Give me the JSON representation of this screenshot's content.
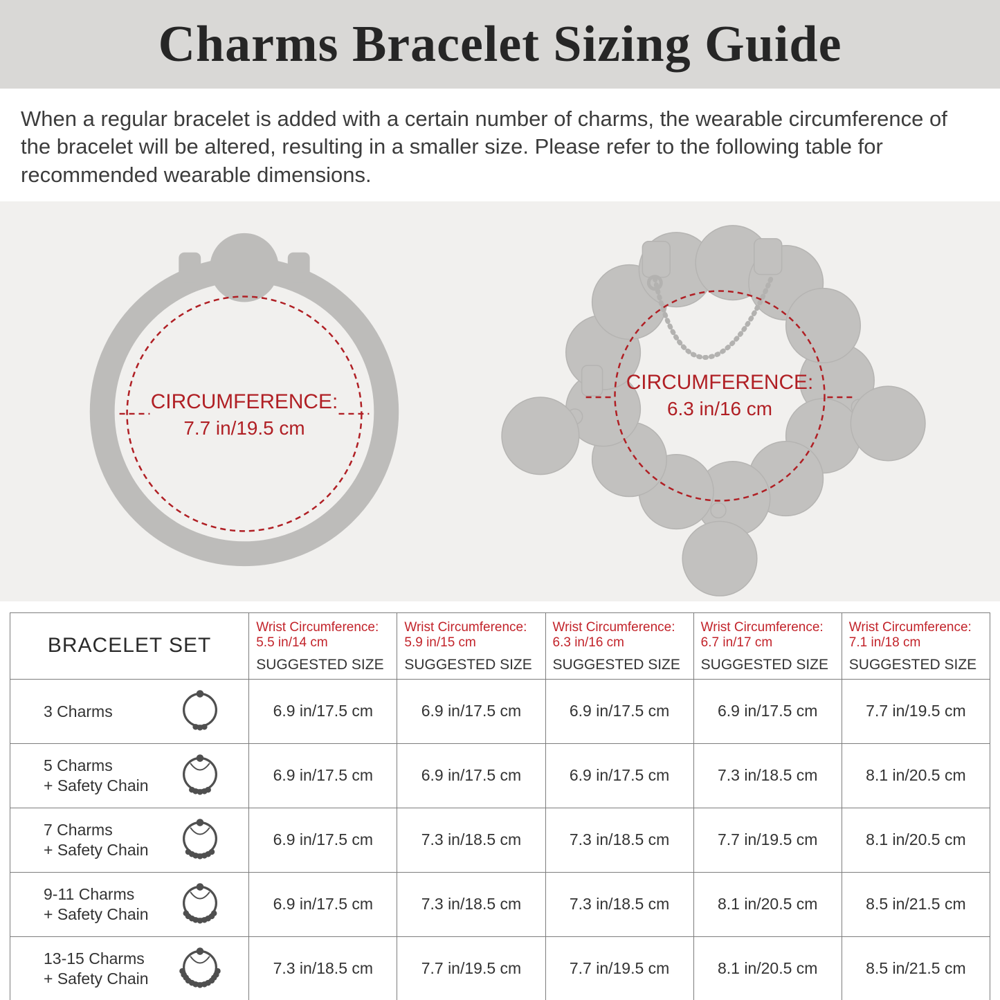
{
  "header": {
    "title": "Charms Bracelet Sizing Guide"
  },
  "intro": "When a regular bracelet is added with a certain number of charms, the wearable circumference of the bracelet will be altered, resulting in a smaller size. Please refer to the following table for recommended wearable dimensions.",
  "diagrams": {
    "plain": {
      "label": "CIRCUMFERENCE:",
      "value": "7.7 in/19.5 cm"
    },
    "charms": {
      "label": "CIRCUMFERENCE:",
      "value": "6.3 in/16 cm"
    }
  },
  "table": {
    "set_header": "BRACELET SET",
    "suggested_label": "SUGGESTED SIZE",
    "columns": [
      {
        "wrist_label": "Wrist Circumference:",
        "wrist_value": "5.5 in/14 cm"
      },
      {
        "wrist_label": "Wrist Circumference:",
        "wrist_value": "5.9 in/15 cm"
      },
      {
        "wrist_label": "Wrist Circumference:",
        "wrist_value": "6.3 in/16 cm"
      },
      {
        "wrist_label": "Wrist Circumference:",
        "wrist_value": "6.7 in/17 cm"
      },
      {
        "wrist_label": "Wrist Circumference:",
        "wrist_value": "7.1 in/18 cm"
      }
    ],
    "rows": [
      {
        "label1": "3 Charms",
        "label2": "",
        "sizes": [
          "6.9 in/17.5 cm",
          "6.9 in/17.5 cm",
          "6.9 in/17.5 cm",
          "6.9 in/17.5 cm",
          "7.7 in/19.5 cm"
        ]
      },
      {
        "label1": "5 Charms",
        "label2": "+ Safety Chain",
        "sizes": [
          "6.9 in/17.5 cm",
          "6.9 in/17.5 cm",
          "6.9 in/17.5 cm",
          "7.3 in/18.5 cm",
          "8.1 in/20.5 cm"
        ]
      },
      {
        "label1": "7 Charms",
        "label2": "+ Safety Chain",
        "sizes": [
          "6.9 in/17.5 cm",
          "7.3 in/18.5 cm",
          "7.3 in/18.5 cm",
          "7.7 in/19.5 cm",
          "8.1 in/20.5 cm"
        ]
      },
      {
        "label1": "9-11 Charms",
        "label2": "+ Safety Chain",
        "sizes": [
          "6.9 in/17.5 cm",
          "7.3 in/18.5 cm",
          "7.3 in/18.5 cm",
          "8.1 in/20.5 cm",
          "8.5 in/21.5 cm"
        ]
      },
      {
        "label1": "13-15 Charms",
        "label2": "+ Safety Chain",
        "sizes": [
          "7.3 in/18.5 cm",
          "7.7 in/19.5 cm",
          "7.7 in/19.5 cm",
          "8.1 in/20.5 cm",
          "8.5 in/21.5 cm"
        ]
      }
    ]
  },
  "colors": {
    "accent_red": "#b01f24",
    "silhouette_gray": "#c1c0be",
    "band_gray": "#d9d8d6"
  }
}
